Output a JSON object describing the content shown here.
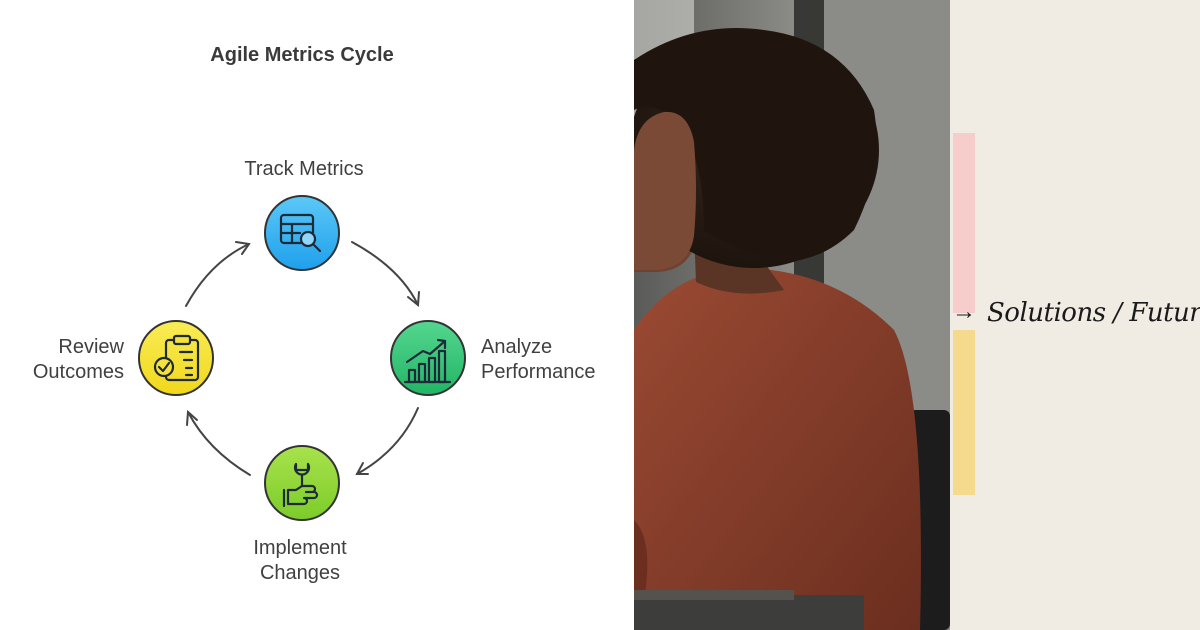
{
  "diagram": {
    "title": "Agile Metrics Cycle",
    "steps": {
      "track": {
        "line1": "Track Metrics",
        "icon": "table-search-icon",
        "color": "#3db6f2"
      },
      "analyze": {
        "line1": "Analyze",
        "line2": "Performance",
        "icon": "growth-chart-icon",
        "color": "#3dc67b"
      },
      "implement": {
        "line1": "Implement",
        "line2": "Changes",
        "icon": "wrench-thumb-icon",
        "color": "#8fd63a"
      },
      "review": {
        "line1": "Review",
        "line2": "Outcomes",
        "icon": "clipboard-check-icon",
        "color": "#f5e23a"
      }
    }
  },
  "side": {
    "arrow": "→",
    "label": "Solutions / Future",
    "colors": {
      "pink": "#f7cdcc",
      "yellow": "#f5d98c",
      "background": "#f1ece3"
    }
  }
}
